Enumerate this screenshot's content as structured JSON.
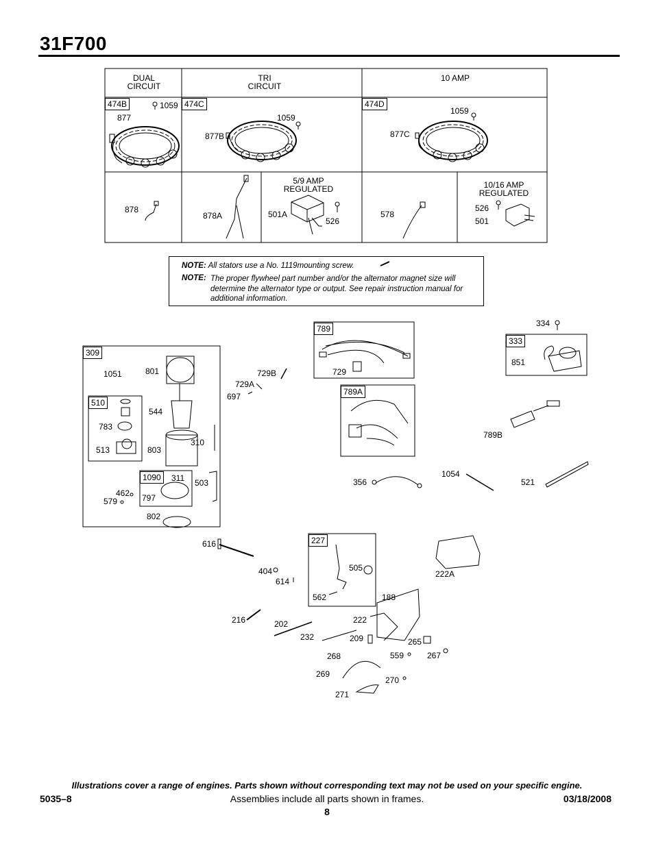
{
  "header": {
    "title": "31F700"
  },
  "stator_table": {
    "col1_title": "DUAL\nCIRCUIT",
    "col2_title": "TRI\nCIRCUIT",
    "col3_title": "10 AMP",
    "reg1_title": "5/9 AMP\nREGULATED",
    "reg2_title": "10/16 AMP\nREGULATED",
    "frames": [
      "474B",
      "474C",
      "474D"
    ],
    "callouts": [
      "1059",
      "877",
      "1059",
      "877B",
      "1059",
      "877C",
      "878",
      "878A",
      "501A",
      "526",
      "578",
      "526",
      "501"
    ]
  },
  "note": {
    "label1": "NOTE:",
    "text1a": "All stators use a No.",
    "text1num": "1119",
    "text1b": "mounting screw.",
    "label2": "NOTE:",
    "text2": "The proper flywheel part number and/or the alternator magnet size will determine the alternator type or output. See repair instruction manual for additional information."
  },
  "frames": [
    "309",
    "510",
    "1090",
    "789",
    "789A",
    "333",
    "227"
  ],
  "callouts": [
    "1051",
    "801",
    "544",
    "783",
    "513",
    "803",
    "310",
    "311",
    "503",
    "462",
    "797",
    "579",
    "802",
    "729B",
    "729A",
    "697",
    "729",
    "334",
    "851",
    "789B",
    "356",
    "1054",
    "521",
    "616",
    "505",
    "404",
    "614",
    "562",
    "188",
    "222A",
    "216",
    "202",
    "222",
    "232",
    "209",
    "265",
    "268",
    "559",
    "267",
    "269",
    "270",
    "271"
  ],
  "footer": {
    "disclaimer": "Illustrations cover a range of engines. Parts shown without corresponding text may not be used on your specific engine.",
    "code": "5035–8",
    "assemblies": "Assemblies include all parts shown in frames.",
    "date": "03/18/2008",
    "page": "8"
  }
}
